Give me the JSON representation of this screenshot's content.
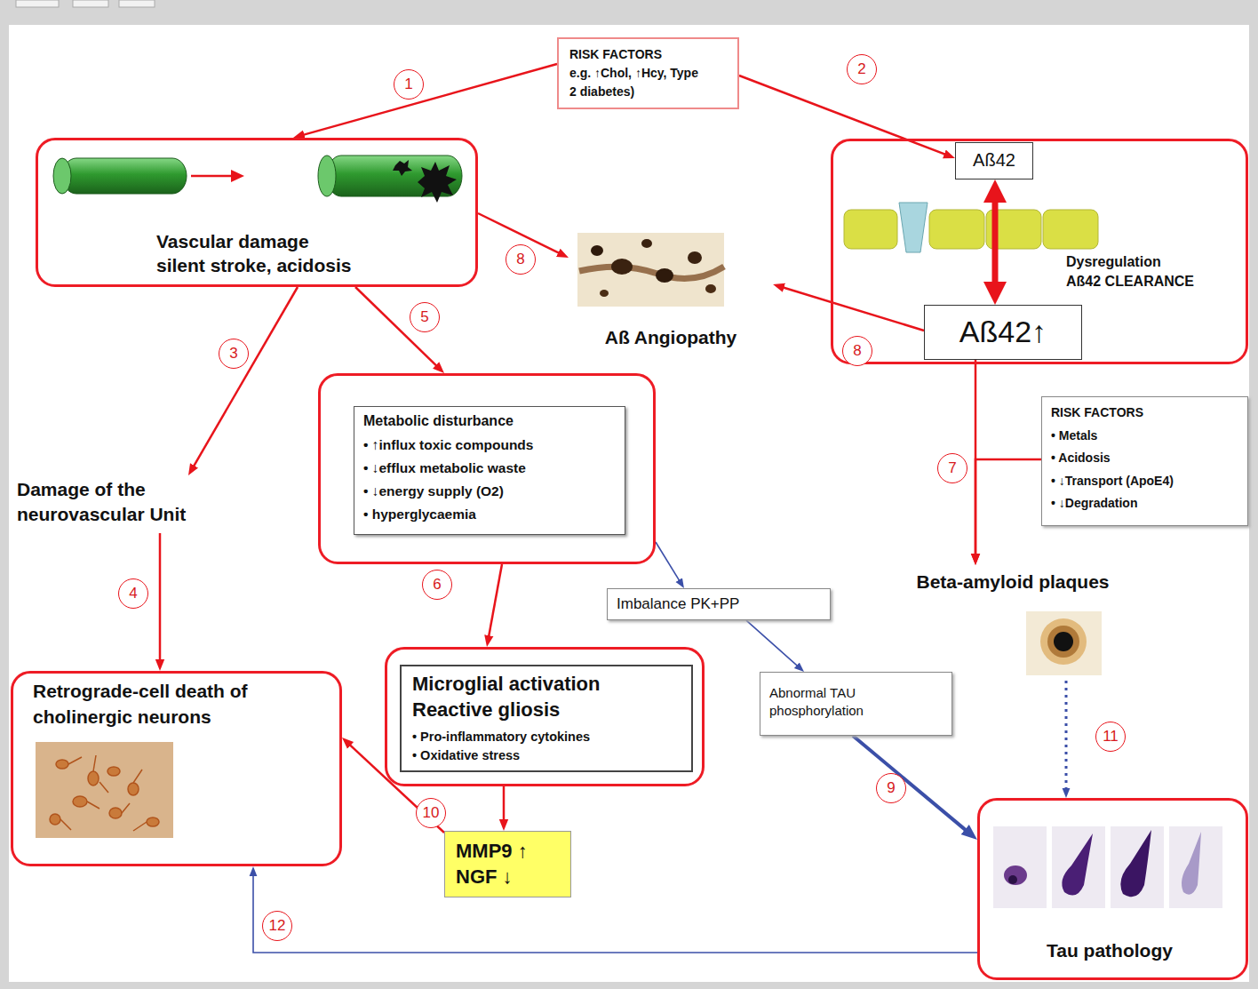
{
  "diagram": {
    "nodes": [
      {
        "text": [
          "RISK FACTORS",
          "e.g. ↑Chol, ↑Hcy, Type 2 diabetes)"
        ]
      },
      {
        "text": [
          "Vascular damage silent stroke, acidosis"
        ]
      },
      {
        "text": [
          "Dysregulation Aß42 CLEARANCE"
        ]
      },
      {
        "text": [
          "Aß42"
        ],
        "in": 2
      },
      {
        "text": [
          "Aß42↑"
        ],
        "in": 2
      },
      {
        "text": [
          "Aß Angiopathy"
        ]
      },
      {
        "text": [
          "Damage of the neurovascular Unit"
        ]
      },
      {
        "text": [
          "Metabolic disturbance",
          "• ↑influx toxic compounds",
          "• ↓efflux metabolic waste",
          "• ↓energy supply (O2)",
          "• hyperglycaemia"
        ]
      },
      {
        "text": [
          "RISK FACTORS",
          "• Metals",
          "• Acidosis",
          "• ↓Transport (ApoE4)",
          "• ↓Degradation"
        ]
      },
      {
        "text": [
          "Imbalance PK+PP"
        ]
      },
      {
        "text": [
          "Beta-amyloid plaques"
        ]
      },
      {
        "text": [
          "Retrograde-cell death of cholinergic neurons"
        ]
      },
      {
        "text": [
          "Microglial activation",
          "Reactive gliosis",
          "• Pro-inflammatory cytokines",
          "• Oxidative stress"
        ]
      },
      {
        "text": [
          "Abnormal TAU phosphorylation"
        ]
      },
      {
        "text": [
          "MMP9 ↑",
          "NGF ↓"
        ]
      },
      {
        "text": [
          "Tau pathology"
        ]
      }
    ],
    "edges": [
      {
        "from": 0,
        "to": 1,
        "arrow": "to",
        "label": "1"
      },
      {
        "from": 0,
        "to": 3,
        "arrow": "to",
        "label": "2"
      },
      {
        "from": 1,
        "to": 6,
        "arrow": "to",
        "label": "3"
      },
      {
        "from": 1,
        "to": 7,
        "arrow": "to",
        "label": "5"
      },
      {
        "from": 6,
        "to": 11,
        "arrow": "to",
        "label": "4"
      },
      {
        "from": 1,
        "to": 5,
        "arrow": "to",
        "label": "8"
      },
      {
        "from": 4,
        "to": 5,
        "arrow": "to",
        "label": "8"
      },
      {
        "from": 4,
        "to": 10,
        "arrow": "to",
        "label": "7"
      },
      {
        "from": 8,
        "to": 10,
        "arrow": "to"
      },
      {
        "from": 7,
        "to": 12,
        "arrow": "to",
        "label": "6"
      },
      {
        "from": 7,
        "to": 9,
        "arrow": "to"
      },
      {
        "from": 9,
        "to": 13,
        "arrow": "to"
      },
      {
        "from": 13,
        "to": 15,
        "arrow": "to",
        "label": "9"
      },
      {
        "from": 10,
        "to": 15,
        "arrow": "to",
        "label": "11"
      },
      {
        "from": 12,
        "to": 14,
        "arrow": "to",
        "label": "10"
      },
      {
        "from": 14,
        "to": 11,
        "arrow": "to"
      },
      {
        "from": 15,
        "to": 11,
        "arrow": "to",
        "label": "12"
      },
      {
        "from": 3,
        "to": 4,
        "arrow": "both"
      }
    ]
  }
}
